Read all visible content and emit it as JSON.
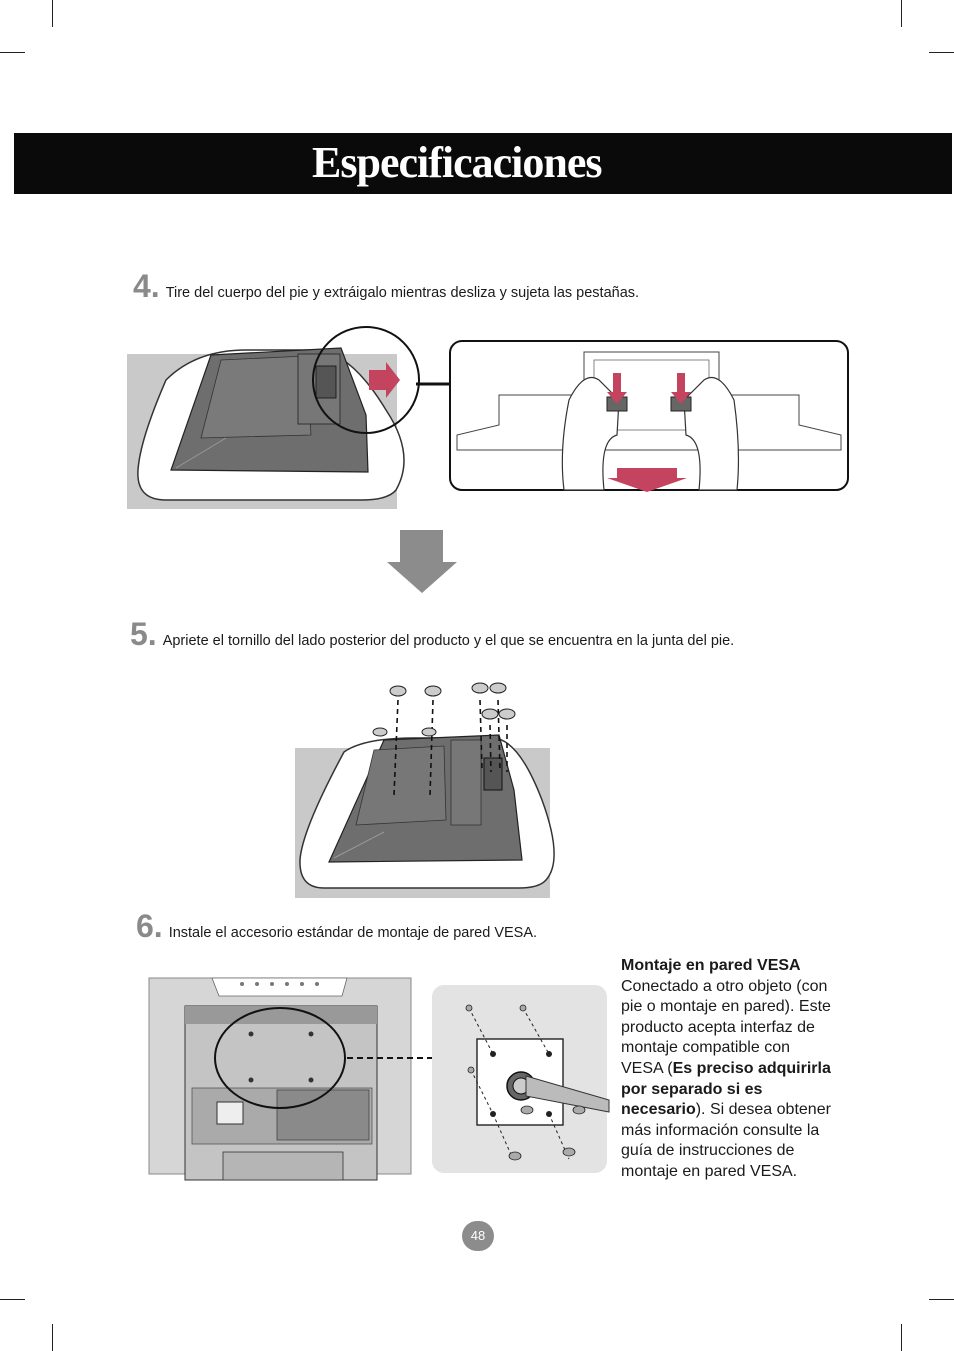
{
  "header": {
    "title": "Especificaciones"
  },
  "steps": [
    {
      "number": "4.",
      "text": "Tire del cuerpo del pie y extráigalo mientras desliza y sujeta las pestañas."
    },
    {
      "number": "5.",
      "text": "Apriete el tornillo del lado posterior del producto y el que se encuentra en la junta del pie."
    },
    {
      "number": "6.",
      "text": "Instale el accesorio estándar de montaje de pared VESA."
    }
  ],
  "vesa_note": {
    "heading": "Montaje en pared VESA",
    "p1": "Conectado a otro objeto (con pie o montaje en pared). Este producto acepta interfaz de montaje compatible con VESA (",
    "bold": "Es preciso adquirirla por separado si es necesario",
    "p2": "). Si desea obtener más información consulte la guía de instrucciones de montaje en pared VESA."
  },
  "footer": {
    "page_number": "48"
  },
  "colors": {
    "title_bar": "#0a0a0a",
    "arrow_red": "#c4445f",
    "arrow_gray": "#8c8c8c",
    "monitor_gray": "#6e6e6e",
    "panel_bg": "#c9c9c9"
  },
  "icons": [
    "arrow-right-icon",
    "arrow-down-icon",
    "screw-icon",
    "power-socket-icon"
  ]
}
